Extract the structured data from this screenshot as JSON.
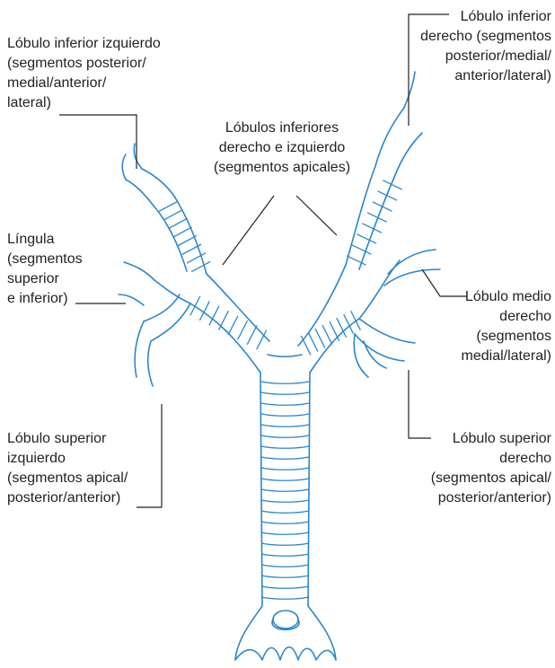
{
  "colors": {
    "airway": "#2a86cc",
    "text": "#222222",
    "leader": "#222222"
  },
  "labels": {
    "left_inferior": "Lóbulo inferior izquierdo\n(segmentos posterior/\nmedial/anterior/\nlateral)",
    "right_inferior": "Lóbulo inferior\nderecho (segmentos\nposterior/medial/\nanterior/lateral)",
    "inferior_apical": "Lóbulos inferiores\nderecho e izquierdo\n(segmentos apicales)",
    "lingula": "Língula\n(segmentos\nsuperior\ne inferior)",
    "right_middle": "Lóbulo medio\nderecho\n(segmentos\nmedial/lateral)",
    "left_superior": "Lóbulo superior\nizquierdo\n(segmentos apical/\nposterior/anterior)",
    "right_superior": "Lóbulo superior\nderecho\n(segmentos apical/\nposterior/anterior)"
  }
}
